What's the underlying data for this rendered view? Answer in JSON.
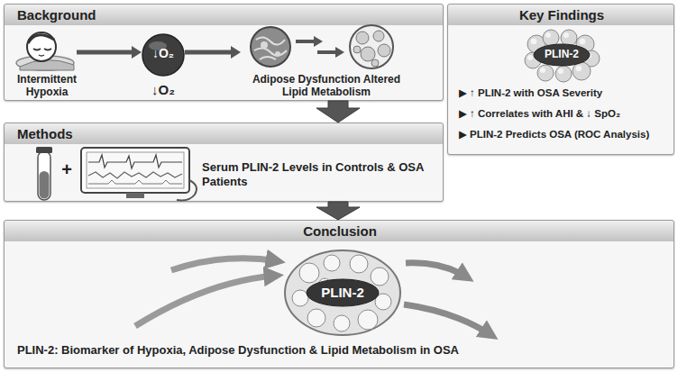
{
  "diagram": {
    "nodes": [
      {
        "text": [
          "Background"
        ]
      },
      {
        "text": [
          "Intermittent Hypoxia"
        ],
        "in": 0
      },
      {
        "text": [
          "↓O₂",
          "↓O₂"
        ],
        "in": 0
      },
      {
        "text": [
          "Adipose Dysfunction Altered Lipid Metabolism"
        ],
        "in": 0
      },
      {
        "text": [
          "Key Findings",
          "▶ ↑ PLIN-2 with OSA Severity",
          "▶ ↑ Correlates with AHI & ↓ SpO₂",
          "▶ PLIN-2 Predicts OSA (ROC Analysis)"
        ]
      },
      {
        "text": [
          "PLIN-2"
        ],
        "in": 4
      },
      {
        "text": [
          "Methods"
        ]
      },
      {
        "text": [
          "Conclusion",
          "PLIN-2: Biomarker of Hypoxia, Adipose Dysfunction & Lipid Metabolism in OSA"
        ]
      },
      {
        "text": [
          "PLIN-2"
        ],
        "in": 7
      }
    ],
    "edges": [
      {
        "from": 1,
        "to": 2,
        "arrow": "to"
      },
      {
        "from": 2,
        "to": 3,
        "arrow": "to"
      },
      {
        "from": 0,
        "to": 6,
        "arrow": "to"
      },
      {
        "from": 6,
        "to": 7,
        "arrow": "to"
      }
    ],
    "labels": [
      "+",
      "Serum PLIN-2 Levels in Controls & OSA Patients"
    ]
  }
}
